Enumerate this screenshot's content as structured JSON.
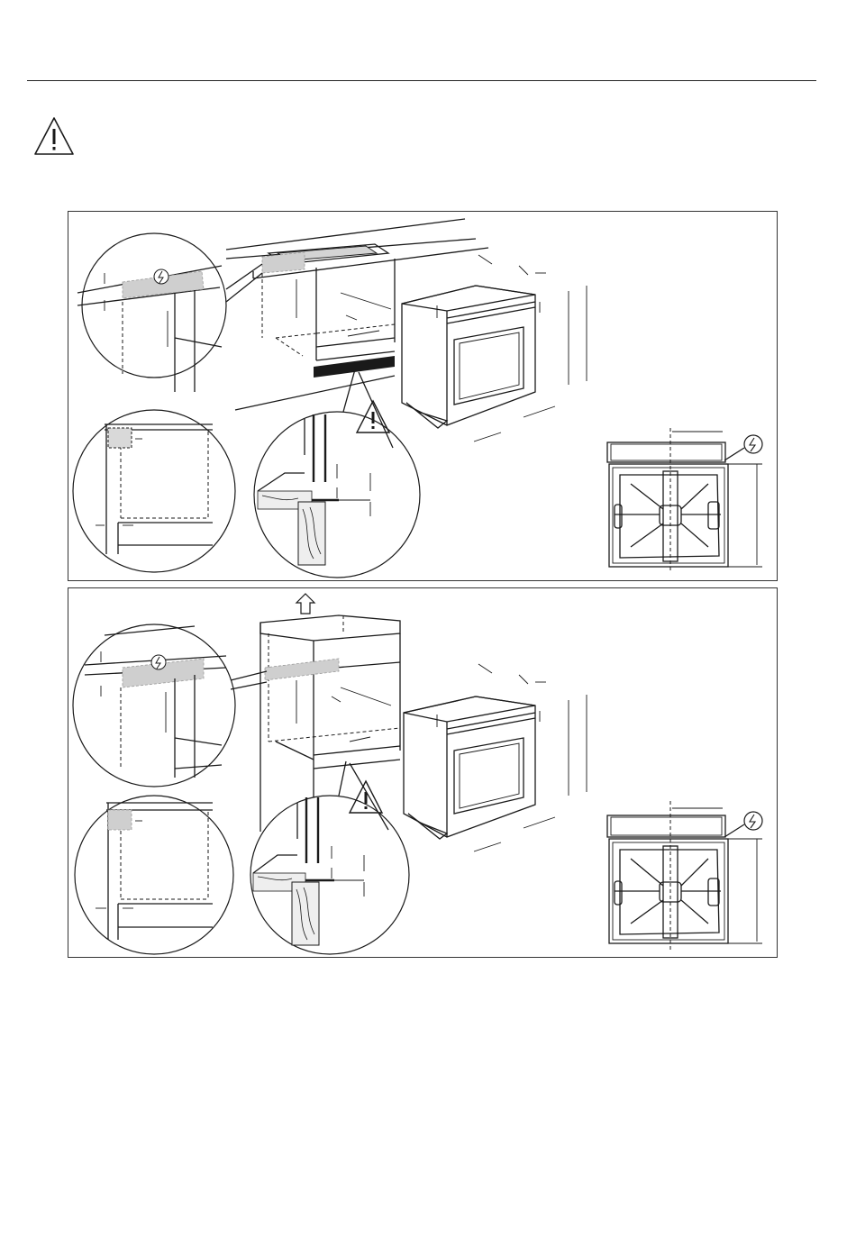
{
  "page": {
    "warning_icon": "warning-triangle-icon"
  },
  "figures": [
    {
      "id": "built-in-under-countertop",
      "icons": [
        "electrical-connection-icon",
        "warning-triangle-icon",
        "oven-front-view"
      ]
    },
    {
      "id": "built-in-column-cabinet",
      "icons": [
        "up-arrow-icon",
        "electrical-connection-icon",
        "warning-triangle-icon",
        "oven-front-view"
      ]
    }
  ]
}
